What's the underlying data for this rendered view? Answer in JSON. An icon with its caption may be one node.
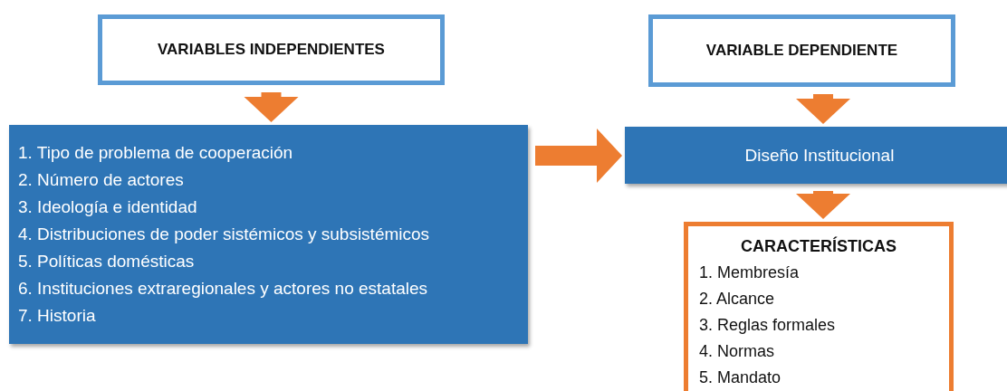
{
  "diagram": {
    "nodes": [
      {
        "text": [
          "VARIABLES INDEPENDIENTES"
        ]
      },
      {
        "text": [
          "1. Tipo de problema de cooperación",
          "2. Número de actores",
          "3. Ideología e identidad",
          "4. Distribuciones de poder sistémicos y subsistémicos",
          "5. Políticas domésticas",
          "6. Instituciones extraregionales y actores no estatales",
          "7. Historia"
        ]
      },
      {
        "text": [
          "VARIABLE DEPENDIENTE"
        ]
      },
      {
        "text": [
          "Diseño Institucional"
        ]
      },
      {
        "text": [
          "CARACTERÍSTICAS",
          "1. Membresía",
          "2. Alcance",
          "3. Reglas formales",
          "4. Normas",
          "5. Mandato"
        ]
      }
    ],
    "edges": [
      {
        "from": 0,
        "to": 1,
        "arrow": "to"
      },
      {
        "from": 2,
        "to": 3,
        "arrow": "to"
      },
      {
        "from": 1,
        "to": 3,
        "arrow": "to"
      },
      {
        "from": 3,
        "to": 4,
        "arrow": "to"
      }
    ]
  }
}
